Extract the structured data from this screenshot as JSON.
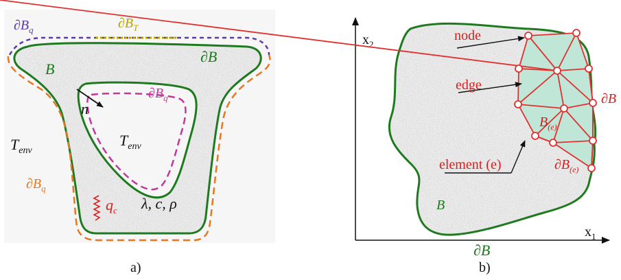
{
  "panel_a": {
    "caption": "a)",
    "labels": {
      "dBq_top": "∂B",
      "dBq_top_sub": "q",
      "dBT": "∂B",
      "dBT_sub": "T",
      "B": "B",
      "dB": "∂B",
      "n": "n",
      "dBq_inner": "∂B",
      "dBq_inner_sub": "q",
      "Tenv_left": "T",
      "Tenv_left_sub": "env",
      "Tenv_center": "T",
      "Tenv_center_sub": "env",
      "dBq_left": "∂B",
      "dBq_left_sub": "q",
      "qc": "q",
      "qc_sub": "c",
      "params": "λ, c, ρ"
    },
    "colors": {
      "fill": "#cfcfcf",
      "boundary": "#1e7a1e",
      "purple": "#5b3aa8",
      "yellow": "#b8a400",
      "orange": "#e87722",
      "magenta": "#c0389a",
      "red": "#d62020"
    }
  },
  "panel_b": {
    "caption": "b)",
    "labels": {
      "x1": "x",
      "x1_sub": "1",
      "x2": "x",
      "x2_sub": "2",
      "node": "node",
      "edge": "edge",
      "element": "element (e)",
      "Be": "B",
      "Be_sub": "(e)",
      "dBe": "∂B",
      "dBe_sub": "(e)",
      "dBright": "∂B",
      "B": "B",
      "dB": "∂B"
    },
    "colors": {
      "fill": "#cfcfcf",
      "boundary": "#1e7a1e",
      "mesh": "#e03030",
      "mesh_fill": "#bfe6d6",
      "axis": "#111111"
    }
  }
}
